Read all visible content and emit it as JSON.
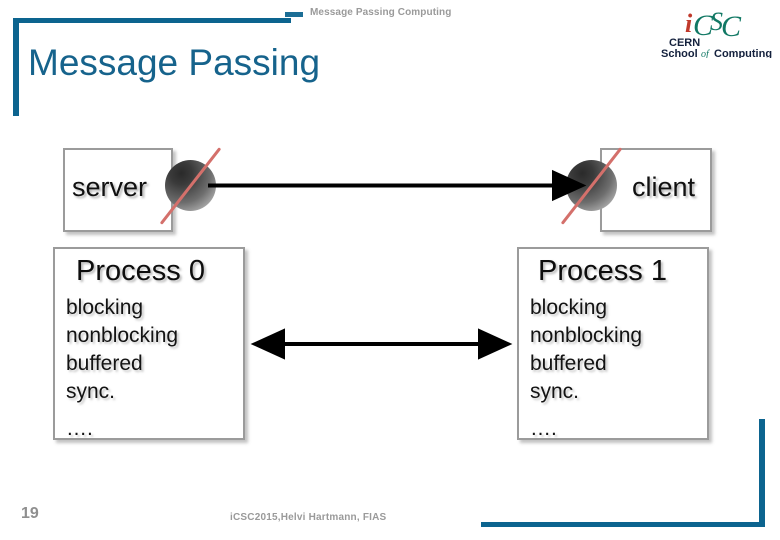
{
  "slide": {
    "header_text": "Message Passing Computing",
    "title": "Message Passing",
    "accent_color": "#0C648F",
    "title_color": "#16638C",
    "header_text_color": "#9a9a9a"
  },
  "logo": {
    "brand": "iCSC",
    "letter_i": "i",
    "letter_c1": "C",
    "letter_s": "S",
    "letter_c2": "C",
    "cern": "CERN",
    "school": "School",
    "of": "of",
    "computing": "Computing",
    "accent_red": "#C0392B",
    "accent_teal": "#117864",
    "navy": "#14213D"
  },
  "diagram": {
    "server": {
      "label": "server",
      "has_ball": true,
      "ball_slash_color": "#d4706b"
    },
    "client": {
      "label": "client",
      "has_ball": true,
      "ball_slash_color": "#d4706b"
    },
    "top_arrow": {
      "direction": "right",
      "from": "server",
      "to": "client"
    },
    "middle_arrow": {
      "direction": "bidirectional",
      "from": "process-0",
      "to": "process-1"
    },
    "process_0": {
      "title": "Process 0",
      "lines": [
        "blocking",
        "nonblocking",
        "buffered",
        "sync."
      ],
      "dots": "…."
    },
    "process_1": {
      "title": "Process 1",
      "lines": [
        "blocking",
        "nonblocking",
        "buffered",
        "sync."
      ],
      "dots": "…."
    }
  },
  "footer": {
    "page_number": "19",
    "credit": "iCSC2015,Helvi Hartmann, FIAS"
  }
}
